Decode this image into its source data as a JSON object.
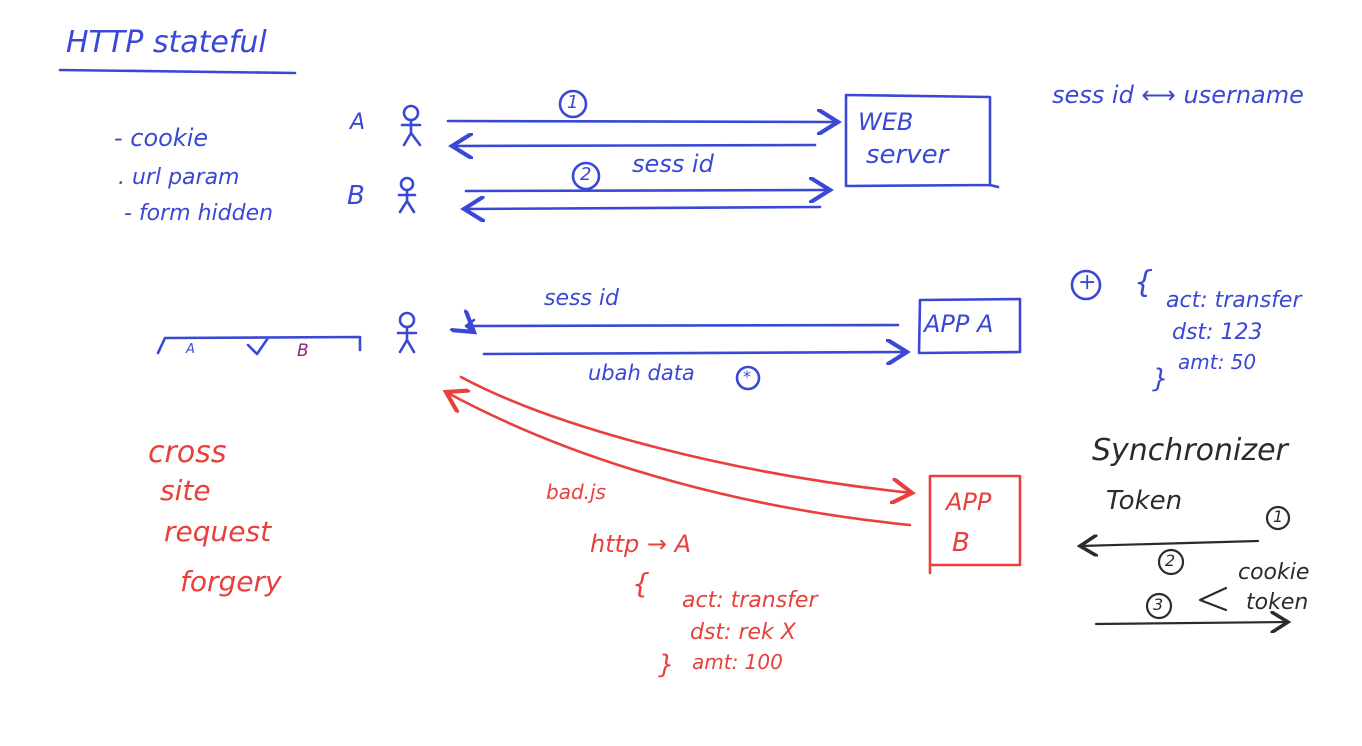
{
  "title": "HTTP stateful",
  "methods": [
    "- cookie",
    ". url param",
    "- form hidden"
  ],
  "top": {
    "user_a": "A",
    "user_b": "B",
    "step1": "1",
    "step2": "2",
    "sessid_label": "sess id",
    "server_label_1": "WEB",
    "server_label_2": "server",
    "mapping": "sess id ⟷ username"
  },
  "middle": {
    "tab_a": "A",
    "tab_b": "B",
    "sessid_label": "sess id",
    "app_a": "APP A",
    "ubah_label": "ubah data",
    "star": "*",
    "plus": "+",
    "brace_open": "{",
    "brace_close": "}",
    "req_lines": [
      "act: transfer",
      "dst: 123",
      "amt: 50"
    ]
  },
  "csrf": {
    "words": [
      "cross",
      "site",
      "request",
      "forgery"
    ],
    "script": "bad.js",
    "http": "http → A",
    "brace_open": "{",
    "brace_close": "}",
    "req_lines": [
      "act: transfer",
      "dst: rek X",
      "amt: 100"
    ],
    "app_b_1": "APP",
    "app_b_2": "B"
  },
  "sync": {
    "title_1": "Synchronizer",
    "title_2": "Token",
    "step1": "1",
    "step2": "2",
    "step3": "3",
    "cookie": "cookie",
    "token": "token"
  },
  "colors": {
    "blue": "#3a48d6",
    "red": "#e8403c",
    "dark": "#2b2b2b"
  }
}
